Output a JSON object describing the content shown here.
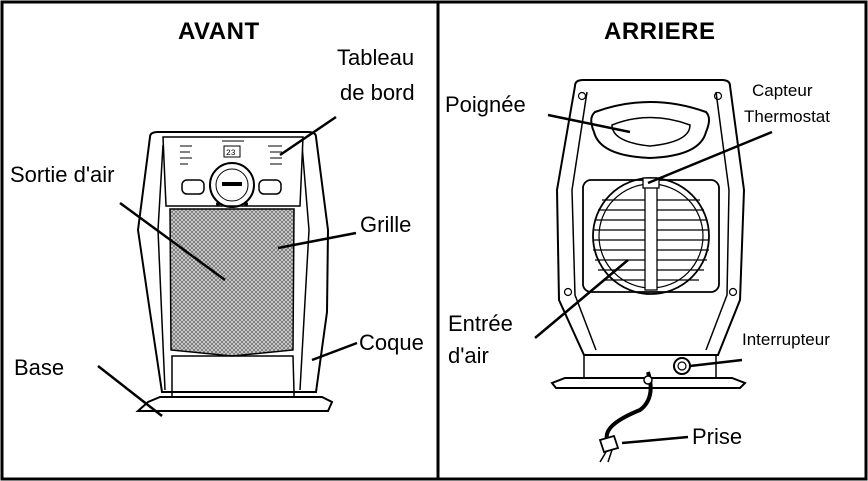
{
  "panels": {
    "front": {
      "title": "AVANT",
      "labels": {
        "control_panel_line1": "Tableau",
        "control_panel_line2": "de bord",
        "air_outlet": "Sortie d'air",
        "grille": "Grille",
        "shell": "Coque",
        "base": "Base"
      }
    },
    "back": {
      "title": "ARRIERE",
      "labels": {
        "handle": "Poignée",
        "sensor_line1": "Capteur",
        "sensor_line2": "Thermostat",
        "air_inlet_line1": "Entrée",
        "air_inlet_line2": "d'air",
        "switch": "Interrupteur",
        "plug": "Prise"
      }
    }
  },
  "colors": {
    "line": "#000000",
    "background": "#ffffff",
    "mesh": "#8a8a8a"
  }
}
